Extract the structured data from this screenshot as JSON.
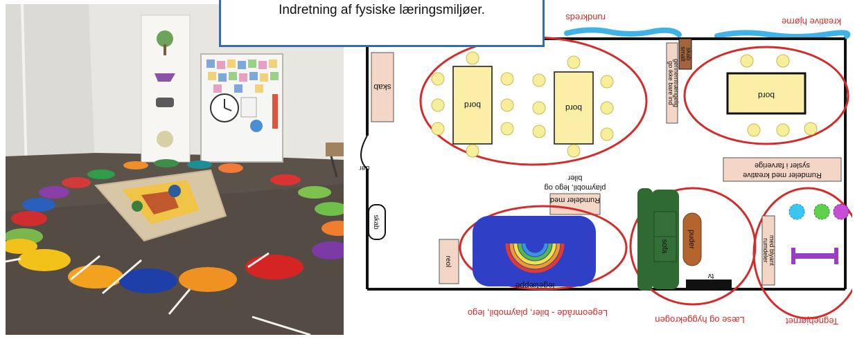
{
  "caption": "Indretning af fysiske læringsmiljøer.",
  "plan": {
    "labels": {
      "top_left": "rundkreds",
      "top_right": "kreative hjørne",
      "skab_top": "skab",
      "borde_1": "bord",
      "borde_2": "bord",
      "borde_3": "bord",
      "kontakt_1": "go ikke bare ind",
      "kontakt_2": "gennemtrængelig",
      "smalt_1": "smalt",
      "smalt_2": "skab",
      "dor": "dør",
      "skab_left": "skab",
      "rumdeler_r1": "Rumdeler med kreative",
      "rumdeler_r2": "sysler i farverige",
      "rumdeler_m1": "Rumdeler med",
      "rumdeler_m2": "playmobil, lego og",
      "rumdeler_m3": "biler",
      "reol": "reol",
      "legetaeppe": "legetæppe",
      "sofa": "sofa",
      "puder": "puder",
      "tv": "tv",
      "rumdeler_ud1": "rumdeler",
      "rumdeler_ud2": "med blyant",
      "bottom_1": "Legeområde - biler, playmobil, lego",
      "bottom_2": "Læse og hyggekrogen",
      "bottom_3": "Tegnehjørnet"
    }
  },
  "colors": {
    "caption_border": "#2f6eb2",
    "ellipse": "#d42b2b",
    "table_fill": "#fbefa8",
    "carpet": "#2f3fc6",
    "sofa": "#2f6a32",
    "shelf": "#f3d6c5"
  }
}
